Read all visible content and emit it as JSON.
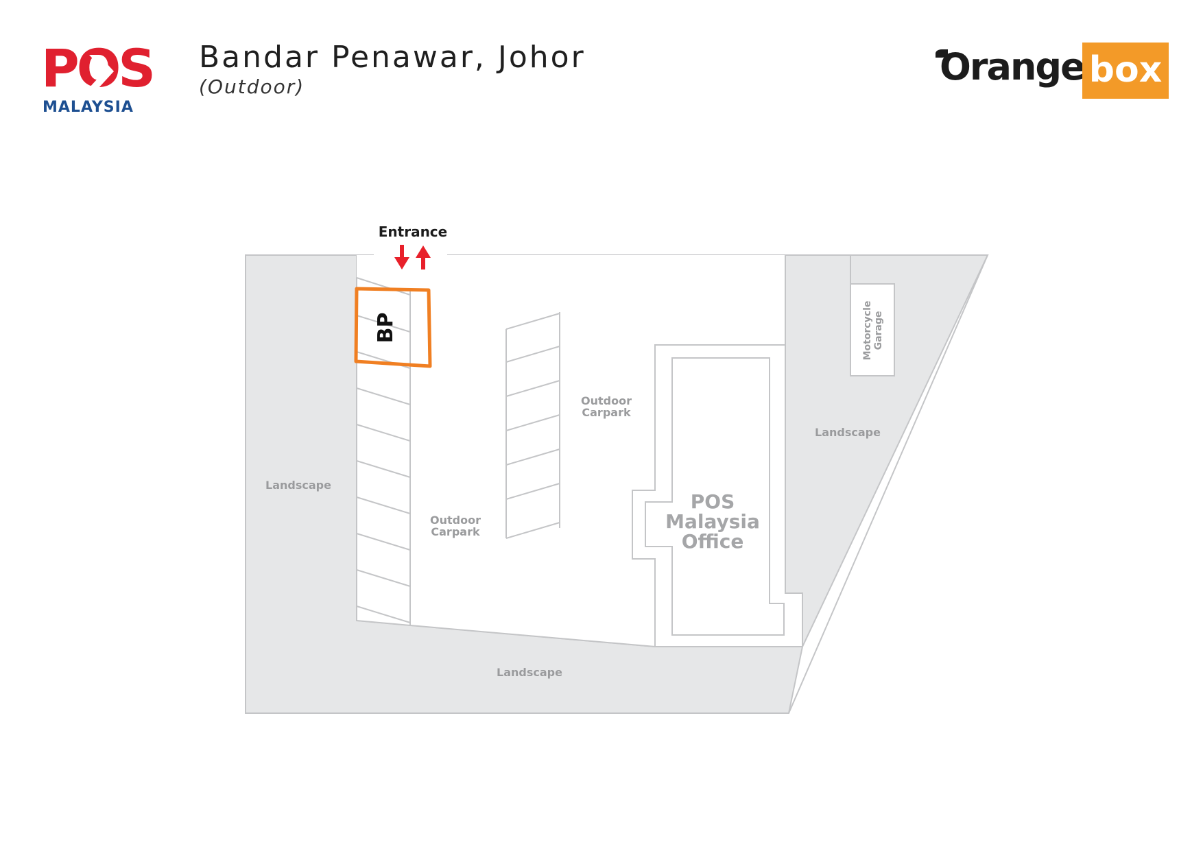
{
  "header": {
    "pos_logo_text": "POS",
    "pos_logo_sub": "MALAYSIA",
    "title": "Bandar Penawar, Johor",
    "subtitle": "(Outdoor)",
    "brand_logo_text": "Orange",
    "brand_logo_box": "box"
  },
  "map": {
    "entrance_label": "Entrance",
    "bp_label": "BP",
    "carpark_left": [
      "Outdoor",
      "Carpark"
    ],
    "carpark_right": [
      "Outdoor",
      "Carpark"
    ],
    "landscape_left": "Landscape",
    "landscape_right": "Landscape",
    "landscape_bottom": "Landscape",
    "office": [
      "POS",
      "Malaysia",
      "Office"
    ],
    "motorcycle_garage": [
      "Motorcycle",
      "Garage"
    ]
  },
  "colors": {
    "pos_red": "#e0202f",
    "pos_blue": "#1d4f91",
    "brand_orange": "#f39a28",
    "landscape_fill": "#e6e7e8",
    "outline": "#c4c5c7",
    "label_gray": "#9a9b9d",
    "arrow_red": "#e8202a",
    "bp_highlight": "#f07f22"
  }
}
